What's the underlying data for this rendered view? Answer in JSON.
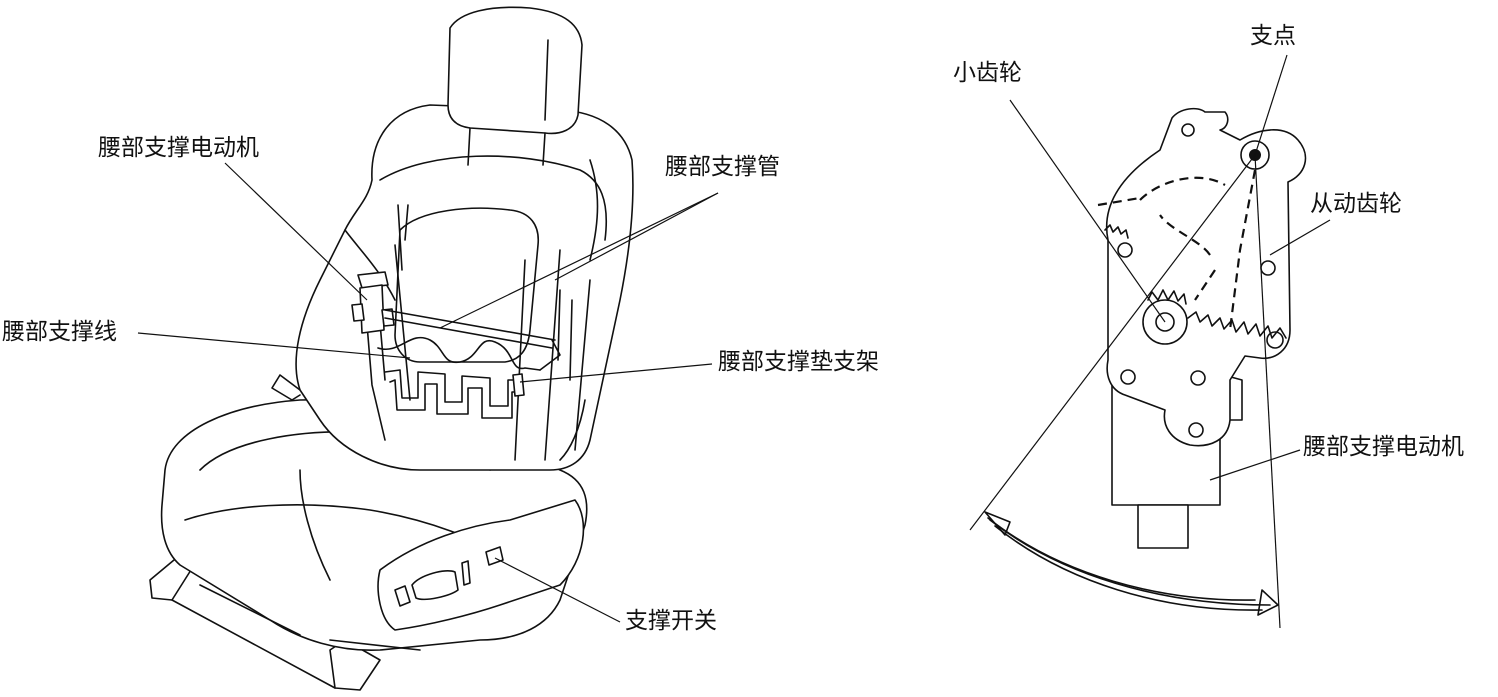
{
  "labels": {
    "lumbar_motor_left": "腰部支撑电动机",
    "lumbar_tube": "腰部支撑管",
    "lumbar_wire": "腰部支撑线",
    "lumbar_pad_bracket": "腰部支撑垫支架",
    "support_switch": "支撑开关",
    "pivot": "支点",
    "pinion": "小齿轮",
    "driven_gear": "从动齿轮",
    "lumbar_motor_right": "腰部支撑电动机"
  }
}
